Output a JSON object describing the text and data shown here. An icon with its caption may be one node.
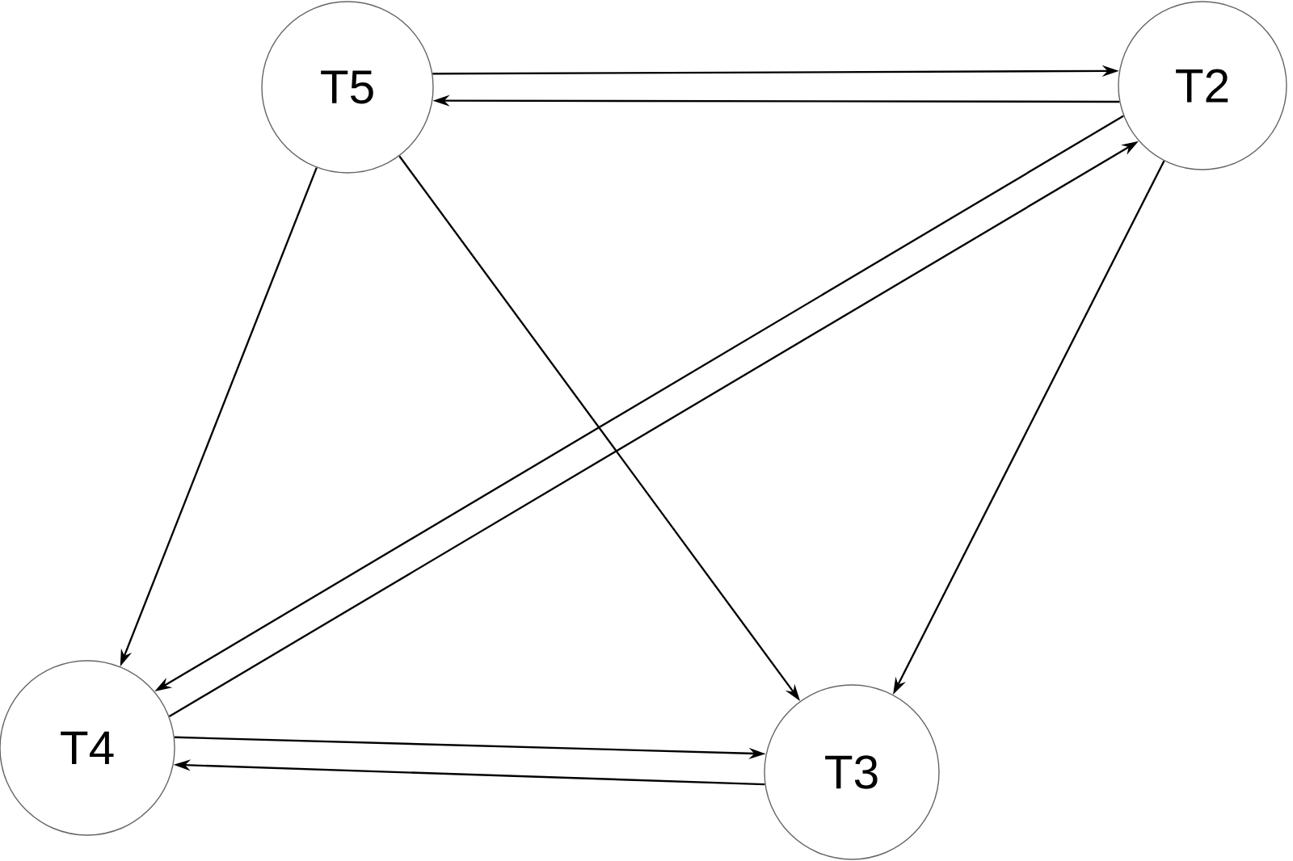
{
  "diagram": {
    "nodes": [
      {
        "text": [
          "T5"
        ]
      },
      {
        "text": [
          "T2"
        ]
      },
      {
        "text": [
          "T4"
        ]
      },
      {
        "text": [
          "T3"
        ]
      }
    ],
    "edges": [
      {
        "from": 0,
        "to": 1,
        "arrow": "to"
      },
      {
        "from": 1,
        "to": 0,
        "arrow": "to"
      },
      {
        "from": 0,
        "to": 2,
        "arrow": "to"
      },
      {
        "from": 0,
        "to": 3,
        "arrow": "to"
      },
      {
        "from": 1,
        "to": 3,
        "arrow": "to"
      },
      {
        "from": 2,
        "to": 1,
        "arrow": "to"
      },
      {
        "from": 1,
        "to": 2,
        "arrow": "to"
      },
      {
        "from": 2,
        "to": 3,
        "arrow": "to"
      },
      {
        "from": 3,
        "to": 2,
        "arrow": "to"
      }
    ]
  }
}
